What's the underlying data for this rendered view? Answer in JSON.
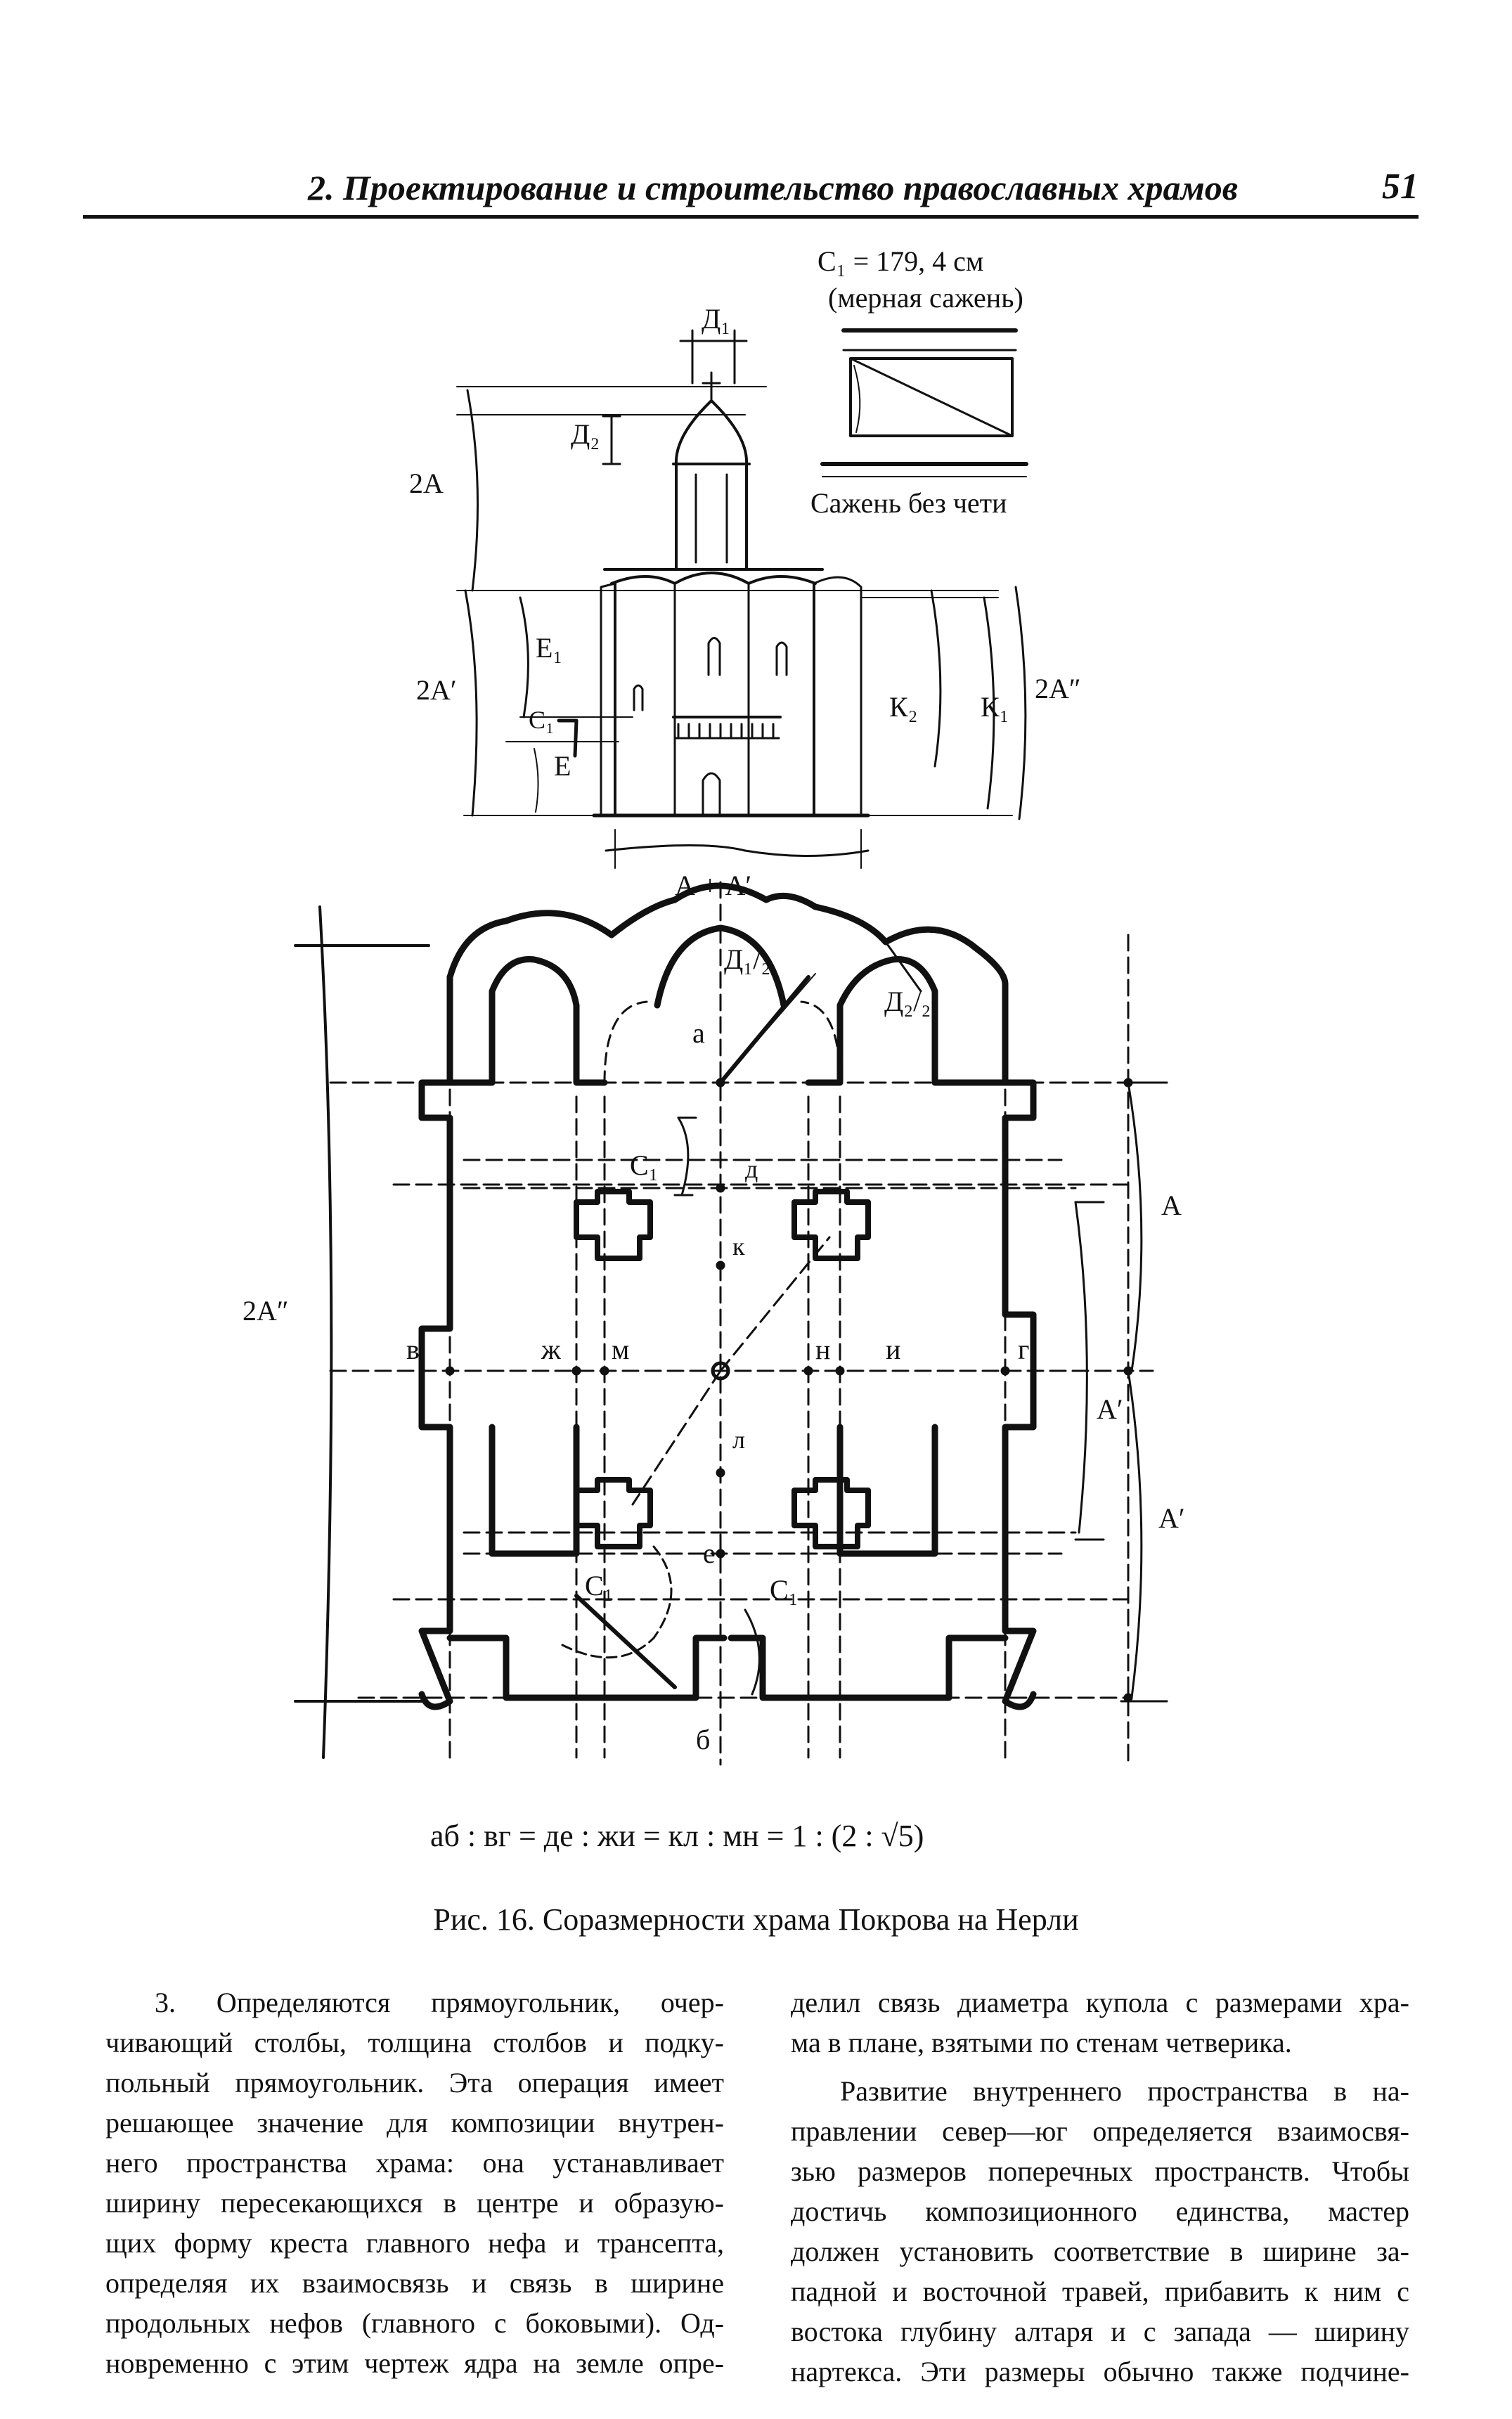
{
  "header": {
    "running_title": "2. Проектирование и строительство православных храмов",
    "page_number": "51"
  },
  "figure": {
    "elevation": {
      "measure_value": "С₁ = 179, 4 см",
      "measure_name": "(мерная сажень)",
      "sazhen_label": "Сажень без чети",
      "d1": "Д₁",
      "d2": "Д₂",
      "label_2a": "2А",
      "label_2a_prime": "2А′",
      "label_2a_double": "2А″",
      "e1": "Е₁",
      "c1": "С₁",
      "e": "Е",
      "k2": "К₂",
      "k1": "К₁",
      "a_plus_a": "А + А′"
    },
    "plan": {
      "d1_half": "Д₁/₂",
      "d2_half": "Д₂/₂",
      "a": "а",
      "b": "б",
      "v": "в",
      "g": "г",
      "d": "д",
      "e": "е",
      "zh": "ж",
      "i": "и",
      "k": "к",
      "l": "л",
      "m": "м",
      "n": "н",
      "c1_top": "С₁",
      "c1_bottom_left": "С₁",
      "c1_bottom_right": "С₁",
      "label_2a_double": "2А″",
      "label_a": "А",
      "label_a_prime_1": "А′",
      "label_a_prime_2": "А′"
    },
    "formula": "аб : вг = де : жи = кл : мн = 1 : (2 : √5)"
  },
  "caption": "Рис. 16. Соразмерности храма Покрова на Нерли",
  "body": {
    "left_column": [
      "3. Определяются прямоугольник, очер-",
      "чивающий столбы, толщина столбов и подку-",
      "польный прямоугольник. Эта операция имеет",
      "решающее значение для композиции внутрен-",
      "него пространства храма: она устанавливает",
      "ширину пересекающихся в центре и образую-",
      "щих форму креста главного нефа и трансепта,",
      "определяя их взаимосвязь и связь в ширине",
      "продольных нефов (главного с боковыми). Од-",
      "новременно с этим чертеж ядра на земле опре-"
    ],
    "right_column_p1": [
      "делил связь диаметра купола с размерами хра-",
      "ма в плане, взятыми по стенам четверика."
    ],
    "right_column_p2": [
      "Развитие внутреннего пространства в на-",
      "правлении север—юг определяется взаимосвя-",
      "зью размеров поперечных пространств. Чтобы",
      "достичь композиционного единства, мастер",
      "должен установить соответствие в ширине за-",
      "падной и восточной травей, прибавить к ним с",
      "востока глубину алтаря и с запада — ширину",
      "нартекса. Эти размеры обычно также подчине-"
    ]
  }
}
